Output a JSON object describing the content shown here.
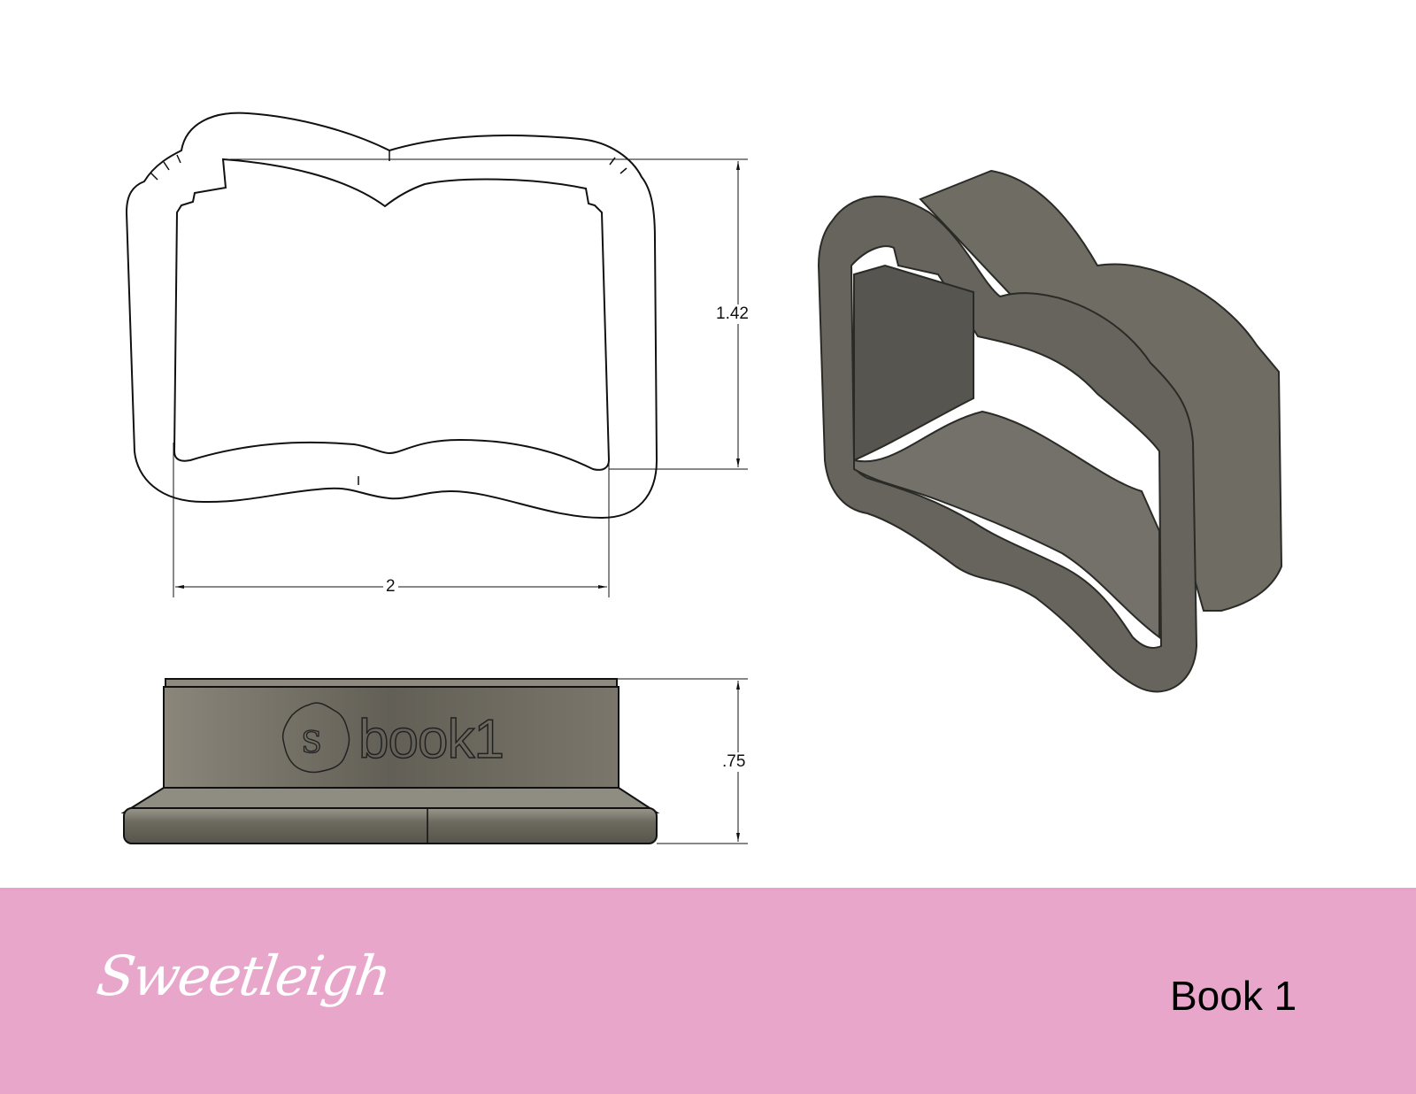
{
  "top_view": {
    "dimensions": {
      "height": "1.42",
      "width": "2"
    }
  },
  "side_view": {
    "embossed_text": "book1",
    "dimensions": {
      "depth": ".75"
    }
  },
  "footer": {
    "brand": "Sweetleigh",
    "product_title": "Book 1",
    "background_color": "#e7a6ca"
  }
}
